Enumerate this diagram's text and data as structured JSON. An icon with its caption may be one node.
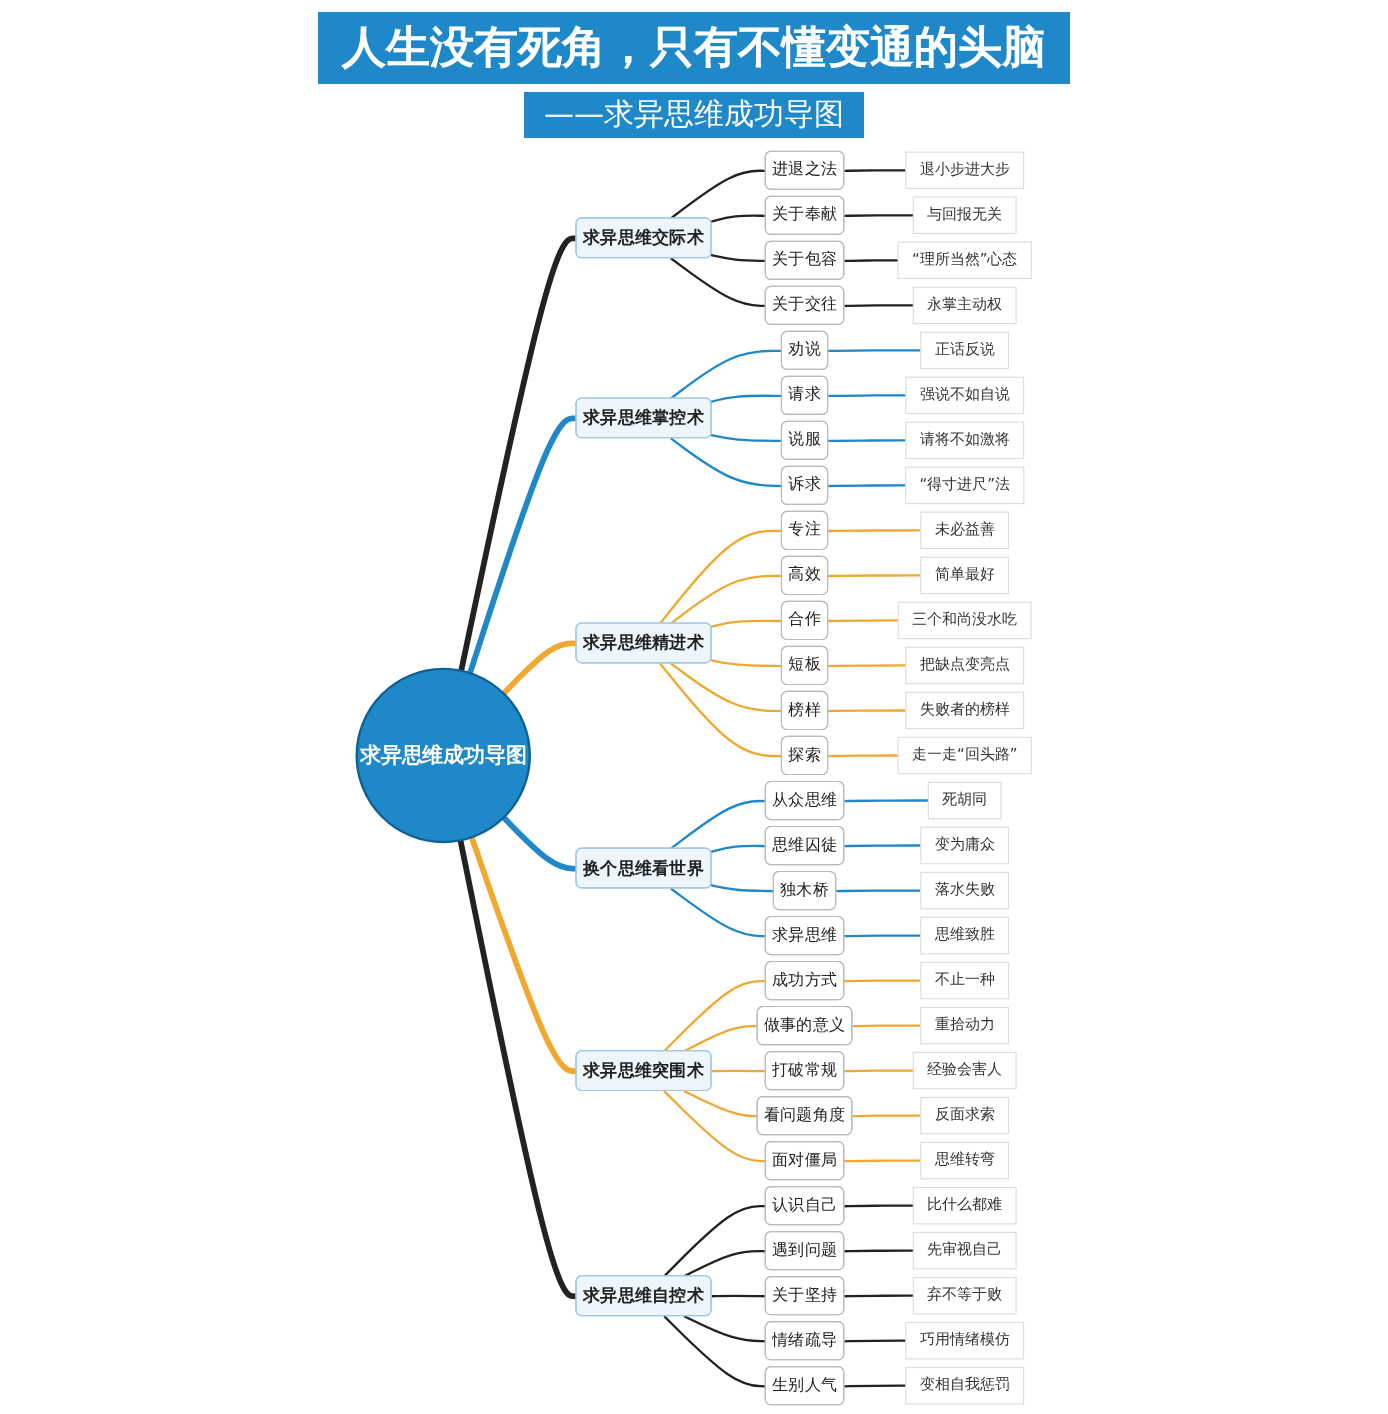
{
  "diagram": {
    "title": "人生没有死角，只有不懂变通的头脑",
    "nodes": [
      {
        "text": [
          "求异思维成功导图"
        ]
      },
      {
        "text": [
          "求异思维交际术"
        ]
      },
      {
        "text": [
          "进退之法"
        ]
      },
      {
        "text": [
          "退小步进大步"
        ]
      },
      {
        "text": [
          "关于奉献"
        ]
      },
      {
        "text": [
          "与回报无关"
        ]
      },
      {
        "text": [
          "关于包容"
        ]
      },
      {
        "text": [
          "“理所当然”心态"
        ]
      },
      {
        "text": [
          "关于交往"
        ]
      },
      {
        "text": [
          "永掌主动权"
        ]
      },
      {
        "text": [
          "求异思维掌控术"
        ]
      },
      {
        "text": [
          "劝说"
        ]
      },
      {
        "text": [
          "正话反说"
        ]
      },
      {
        "text": [
          "请求"
        ]
      },
      {
        "text": [
          "强说不如自说"
        ]
      },
      {
        "text": [
          "说服"
        ]
      },
      {
        "text": [
          "请将不如激将"
        ]
      },
      {
        "text": [
          "诉求"
        ]
      },
      {
        "text": [
          "“得寸进尺”法"
        ]
      },
      {
        "text": [
          "求异思维精进术"
        ]
      },
      {
        "text": [
          "专注"
        ]
      },
      {
        "text": [
          "未必益善"
        ]
      },
      {
        "text": [
          "高效"
        ]
      },
      {
        "text": [
          "简单最好"
        ]
      },
      {
        "text": [
          "合作"
        ]
      },
      {
        "text": [
          "三个和尚没水吃"
        ]
      },
      {
        "text": [
          "短板"
        ]
      },
      {
        "text": [
          "把缺点变亮点"
        ]
      },
      {
        "text": [
          "榜样"
        ]
      },
      {
        "text": [
          "失败者的榜样"
        ]
      },
      {
        "text": [
          "探索"
        ]
      },
      {
        "text": [
          "走一走“回头路”"
        ]
      },
      {
        "text": [
          "换个思维看世界"
        ]
      },
      {
        "text": [
          "从众思维"
        ]
      },
      {
        "text": [
          "死胡同"
        ]
      },
      {
        "text": [
          "思维囚徒"
        ]
      },
      {
        "text": [
          "变为庸众"
        ]
      },
      {
        "text": [
          "独木桥"
        ]
      },
      {
        "text": [
          "落水失败"
        ]
      },
      {
        "text": [
          "求异思维"
        ]
      },
      {
        "text": [
          "思维致胜"
        ]
      },
      {
        "text": [
          "求异思维突围术"
        ]
      },
      {
        "text": [
          "成功方式"
        ]
      },
      {
        "text": [
          "不止一种"
        ]
      },
      {
        "text": [
          "做事的意义"
        ]
      },
      {
        "text": [
          "重拾动力"
        ]
      },
      {
        "text": [
          "打破常规"
        ]
      },
      {
        "text": [
          "经验会害人"
        ]
      },
      {
        "text": [
          "看问题角度"
        ]
      },
      {
        "text": [
          "反面求索"
        ]
      },
      {
        "text": [
          "面对僵局"
        ]
      },
      {
        "text": [
          "思维转弯"
        ]
      },
      {
        "text": [
          "求异思维自控术"
        ]
      },
      {
        "text": [
          "认识自己"
        ]
      },
      {
        "text": [
          "比什么都难"
        ]
      },
      {
        "text": [
          "遇到问题"
        ]
      },
      {
        "text": [
          "先审视自己"
        ]
      },
      {
        "text": [
          "关于坚持"
        ]
      },
      {
        "text": [
          "弃不等于败"
        ]
      },
      {
        "text": [
          "情绪疏导"
        ]
      },
      {
        "text": [
          "巧用情绪模仿"
        ]
      },
      {
        "text": [
          "生别人气"
        ]
      },
      {
        "text": [
          "变相自我惩罚"
        ]
      }
    ],
    "edges": [
      {
        "from": 0,
        "to": 1,
        "arrow": "none",
        "style": "thick",
        "color": "#222222"
      },
      {
        "from": 1,
        "to": 2,
        "arrow": "none",
        "color": "#222222"
      },
      {
        "from": 2,
        "to": 3,
        "arrow": "none",
        "color": "#222222"
      },
      {
        "from": 1,
        "to": 4,
        "arrow": "none",
        "color": "#222222"
      },
      {
        "from": 4,
        "to": 5,
        "arrow": "none",
        "color": "#222222"
      },
      {
        "from": 1,
        "to": 6,
        "arrow": "none",
        "color": "#222222"
      },
      {
        "from": 6,
        "to": 7,
        "arrow": "none",
        "color": "#222222"
      },
      {
        "from": 1,
        "to": 8,
        "arrow": "none",
        "color": "#222222"
      },
      {
        "from": 8,
        "to": 9,
        "arrow": "none",
        "color": "#222222"
      },
      {
        "from": 0,
        "to": 10,
        "arrow": "none",
        "style": "thick",
        "color": "#1e88c8"
      },
      {
        "from": 10,
        "to": 11,
        "arrow": "none",
        "color": "#1e88c8"
      },
      {
        "from": 11,
        "to": 12,
        "arrow": "none",
        "color": "#1e88c8"
      },
      {
        "from": 10,
        "to": 13,
        "arrow": "none",
        "color": "#1e88c8"
      },
      {
        "from": 13,
        "to": 14,
        "arrow": "none",
        "color": "#1e88c8"
      },
      {
        "from": 10,
        "to": 15,
        "arrow": "none",
        "color": "#1e88c8"
      },
      {
        "from": 15,
        "to": 16,
        "arrow": "none",
        "color": "#1e88c8"
      },
      {
        "from": 10,
        "to": 17,
        "arrow": "none",
        "color": "#1e88c8"
      },
      {
        "from": 17,
        "to": 18,
        "arrow": "none",
        "color": "#1e88c8"
      },
      {
        "from": 0,
        "to": 19,
        "arrow": "none",
        "style": "thick"
      },
      {
        "from": 19,
        "to": 20,
        "arrow": "none"
      },
      {
        "from": 20,
        "to": 21,
        "arrow": "none"
      },
      {
        "from": 19,
        "to": 22,
        "arrow": "none"
      },
      {
        "from": 22,
        "to": 23,
        "arrow": "none"
      },
      {
        "from": 19,
        "to": 24,
        "arrow": "none"
      },
      {
        "from": 24,
        "to": 25,
        "arrow": "none"
      },
      {
        "from": 19,
        "to": 26,
        "arrow": "none"
      },
      {
        "from": 26,
        "to": 27,
        "arrow": "none"
      },
      {
        "from": 19,
        "to": 28,
        "arrow": "none"
      },
      {
        "from": 28,
        "to": 29,
        "arrow": "none"
      },
      {
        "from": 19,
        "to": 30,
        "arrow": "none"
      },
      {
        "from": 30,
        "to": 31,
        "arrow": "none"
      },
      {
        "from": 0,
        "to": 32,
        "arrow": "none",
        "style": "thick",
        "color": "#1e88c8"
      },
      {
        "from": 32,
        "to": 33,
        "arrow": "none",
        "color": "#1e88c8"
      },
      {
        "from": 33,
        "to": 34,
        "arrow": "none",
        "color": "#1e88c8"
      },
      {
        "from": 32,
        "to": 35,
        "arrow": "none",
        "color": "#1e88c8"
      },
      {
        "from": 35,
        "to": 36,
        "arrow": "none",
        "color": "#1e88c8"
      },
      {
        "from": 32,
        "to": 37,
        "arrow": "none",
        "color": "#1e88c8"
      },
      {
        "from": 37,
        "to": 38,
        "arrow": "none",
        "color": "#1e88c8"
      },
      {
        "from": 32,
        "to": 39,
        "arrow": "none",
        "color": "#1e88c8"
      },
      {
        "from": 39,
        "to": 40,
        "arrow": "none",
        "color": "#1e88c8"
      },
      {
        "from": 0,
        "to": 41,
        "arrow": "none",
        "style": "thick"
      },
      {
        "from": 41,
        "to": 42,
        "arrow": "none"
      },
      {
        "from": 42,
        "to": 43,
        "arrow": "none"
      },
      {
        "from": 41,
        "to": 44,
        "arrow": "none"
      },
      {
        "from": 44,
        "to": 45,
        "arrow": "none"
      },
      {
        "from": 41,
        "to": 46,
        "arrow": "none"
      },
      {
        "from": 46,
        "to": 47,
        "arrow": "none"
      },
      {
        "from": 41,
        "to": 48,
        "arrow": "none"
      },
      {
        "from": 48,
        "to": 49,
        "arrow": "none"
      },
      {
        "from": 41,
        "to": 50,
        "arrow": "none"
      },
      {
        "from": 50,
        "to": 51,
        "arrow": "none"
      },
      {
        "from": 0,
        "to": 52,
        "arrow": "none",
        "style": "thick",
        "color": "#222222"
      },
      {
        "from": 52,
        "to": 53,
        "arrow": "none",
        "color": "#222222"
      },
      {
        "from": 53,
        "to": 54,
        "arrow": "none",
        "color": "#222222"
      },
      {
        "from": 52,
        "to": 55,
        "arrow": "none",
        "color": "#222222"
      },
      {
        "from": 55,
        "to": 56,
        "arrow": "none",
        "color": "#222222"
      },
      {
        "from": 52,
        "to": 57,
        "arrow": "none",
        "color": "#222222"
      },
      {
        "from": 57,
        "to": 58,
        "arrow": "none",
        "color": "#222222"
      },
      {
        "from": 52,
        "to": 59,
        "arrow": "none",
        "color": "#222222"
      },
      {
        "from": 59,
        "to": 60,
        "arrow": "none",
        "color": "#222222"
      },
      {
        "from": 52,
        "to": 61,
        "arrow": "none",
        "color": "#222222"
      },
      {
        "from": 61,
        "to": 62,
        "arrow": "none",
        "color": "#222222"
      }
    ],
    "labels": [
      "——求异思维成功导图"
    ]
  }
}
